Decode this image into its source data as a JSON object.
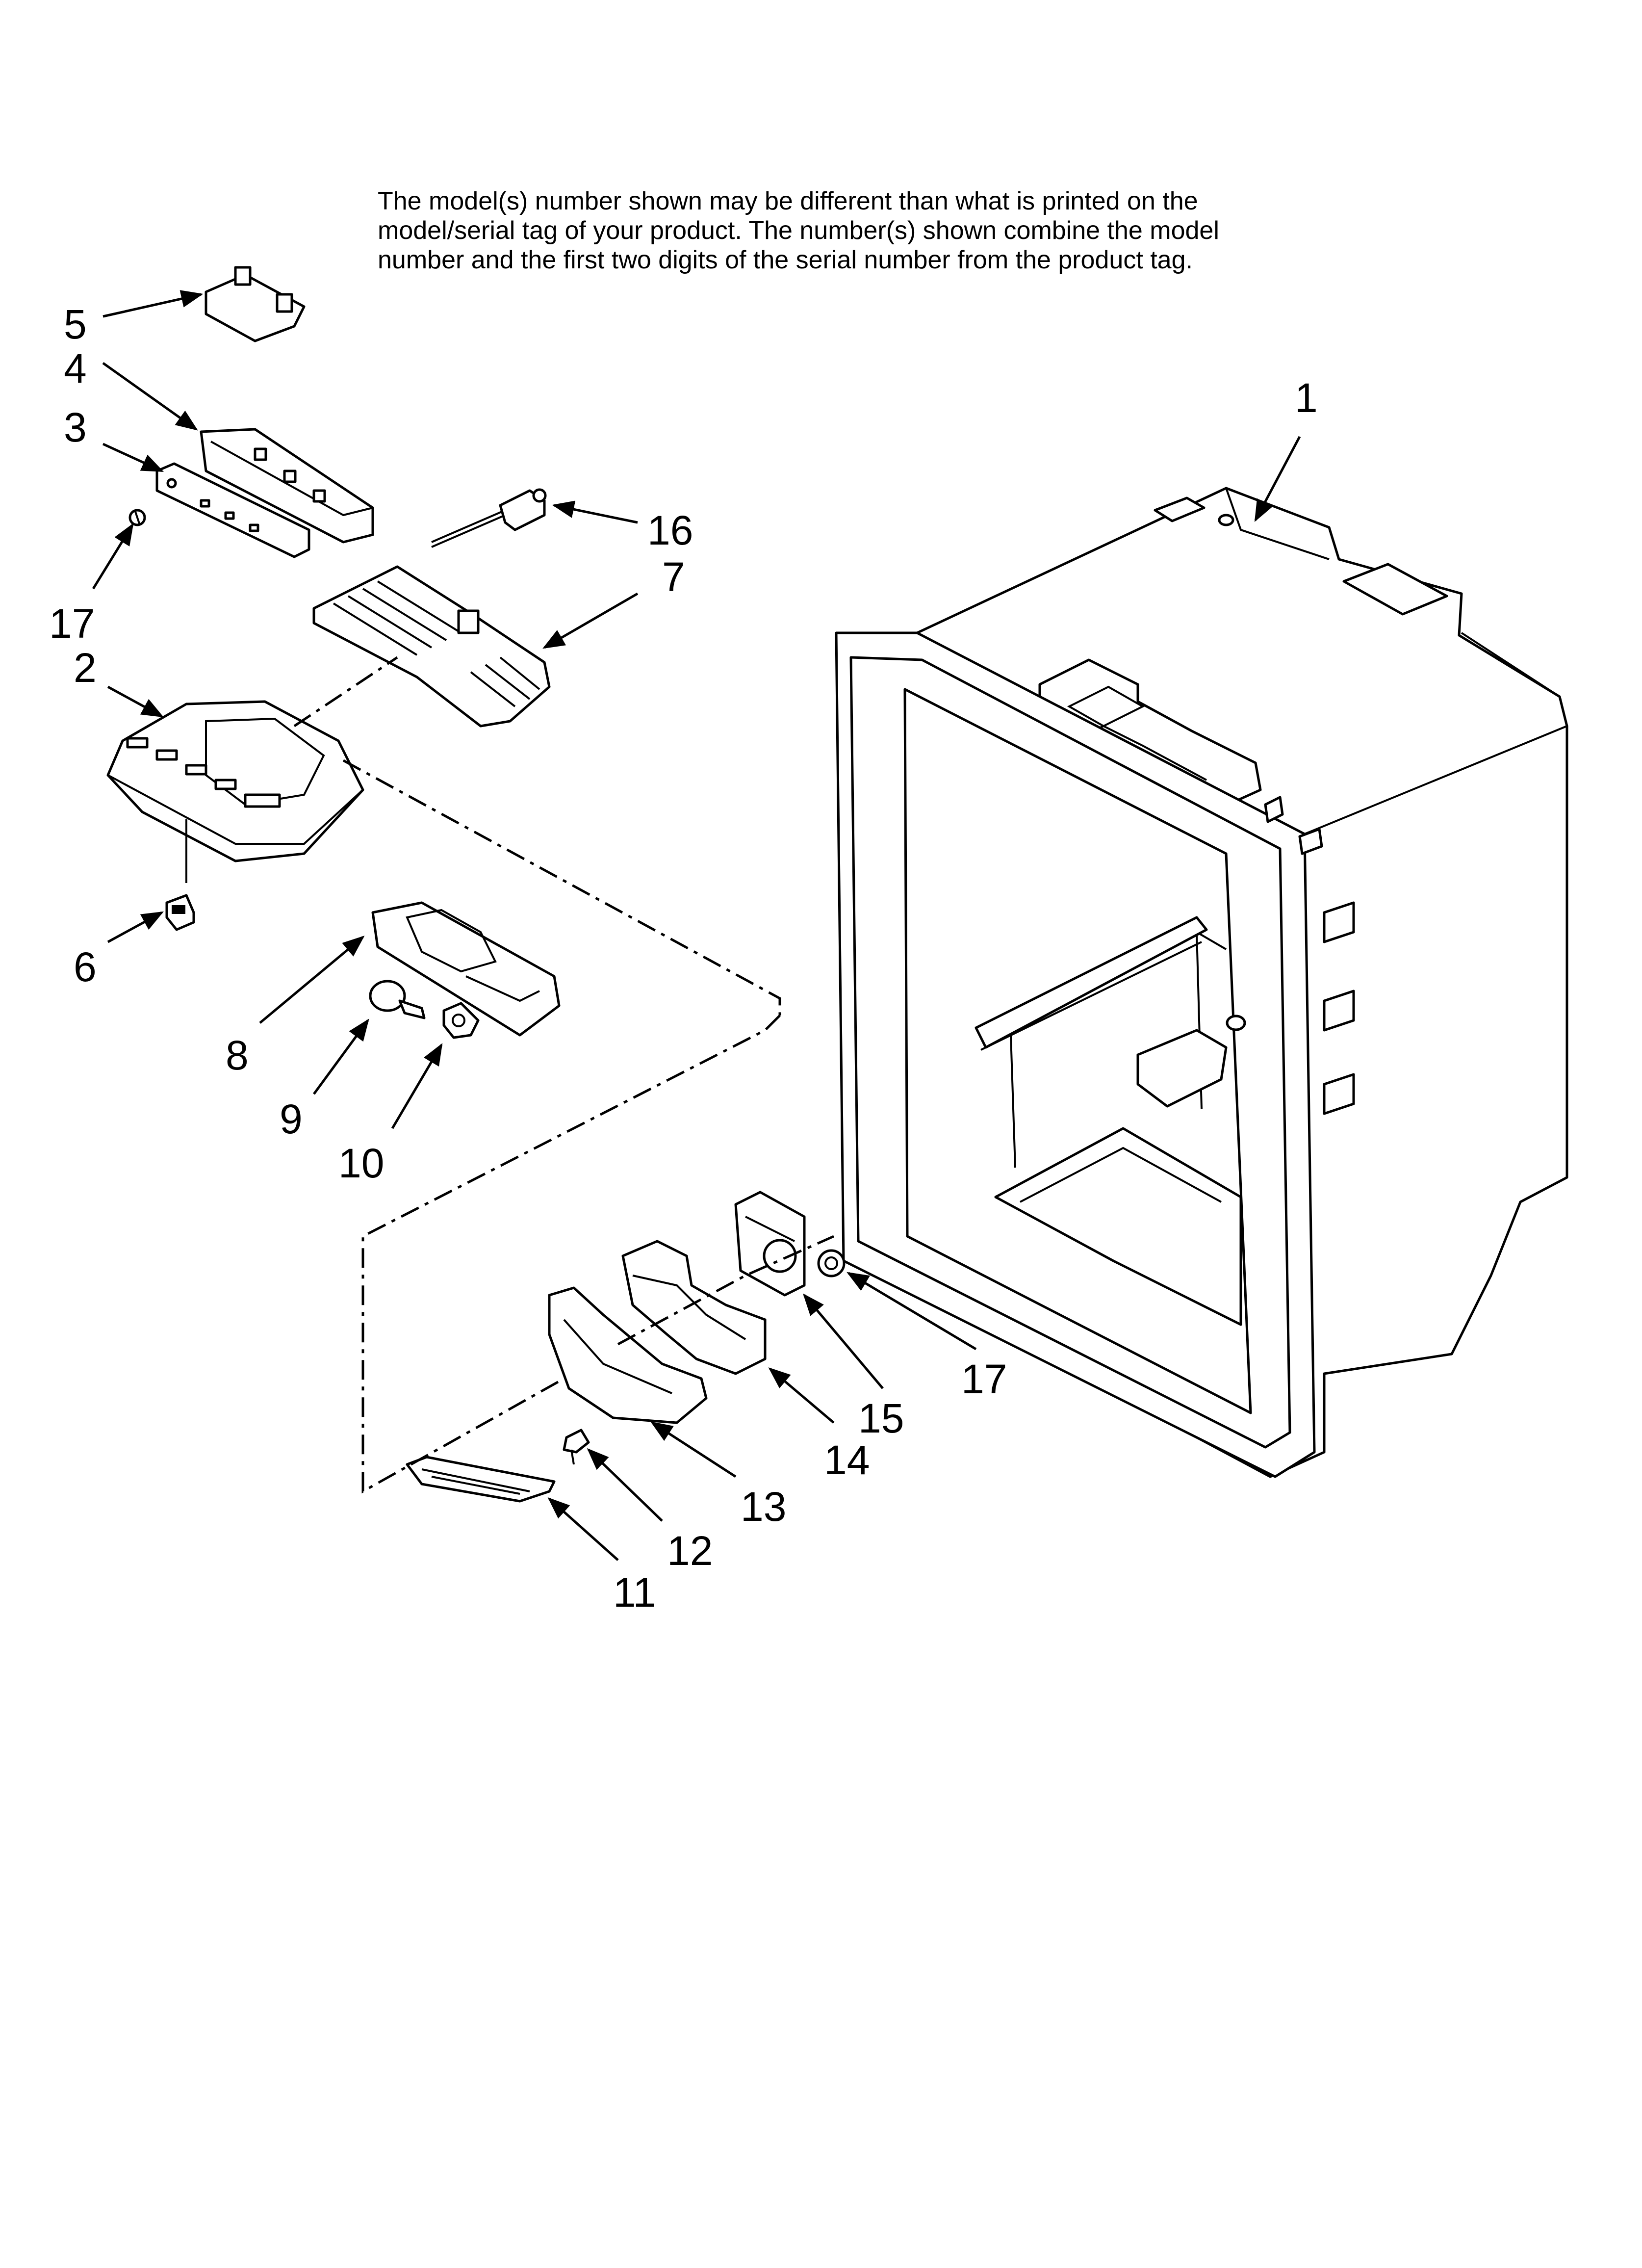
{
  "notice": {
    "line1": "The model(s) number shown may be different than what is printed on the",
    "line2": "model/serial tag of your product. The number(s) shown combine the model",
    "line3": "number and the first two digits of the serial number from the product tag."
  },
  "callouts": [
    {
      "id": "c1",
      "label": "1"
    },
    {
      "id": "c2",
      "label": "2"
    },
    {
      "id": "c3",
      "label": "3"
    },
    {
      "id": "c4",
      "label": "4"
    },
    {
      "id": "c5",
      "label": "5"
    },
    {
      "id": "c6",
      "label": "6"
    },
    {
      "id": "c7",
      "label": "7"
    },
    {
      "id": "c8",
      "label": "8"
    },
    {
      "id": "c9",
      "label": "9"
    },
    {
      "id": "c10",
      "label": "10"
    },
    {
      "id": "c11",
      "label": "11"
    },
    {
      "id": "c12",
      "label": "12"
    },
    {
      "id": "c13",
      "label": "13"
    },
    {
      "id": "c14",
      "label": "14"
    },
    {
      "id": "c15",
      "label": "15"
    },
    {
      "id": "c16",
      "label": "16"
    },
    {
      "id": "c17a",
      "label": "17"
    },
    {
      "id": "c17b",
      "label": "17"
    }
  ]
}
